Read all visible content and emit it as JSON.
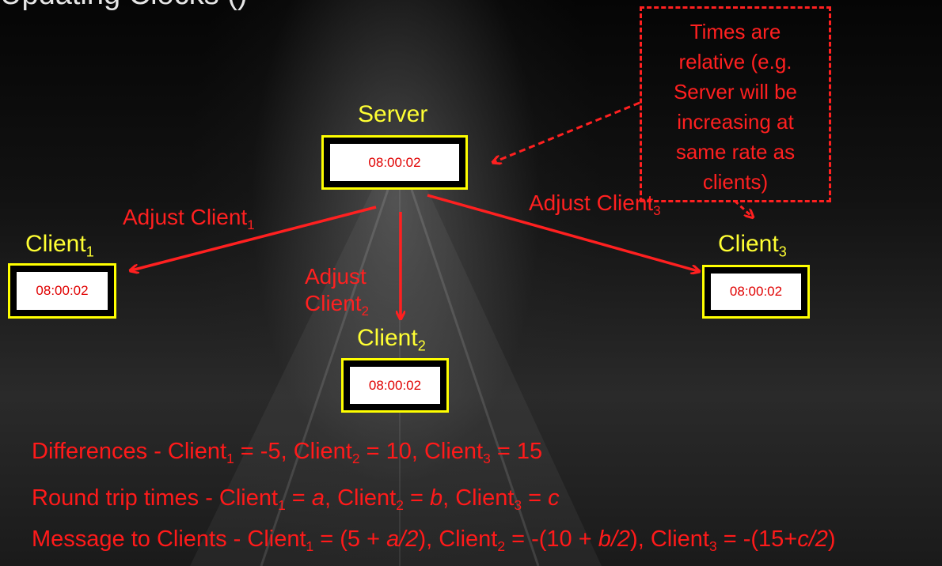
{
  "title_fragment": {
    "part1": "Updating Clocks (",
    "part2": "",
    "part3": ")"
  },
  "server": {
    "label": "Server",
    "time": "08:00:02"
  },
  "clients": [
    {
      "name": "Client",
      "sub": "1",
      "time": "08:00:02"
    },
    {
      "name": "Client",
      "sub": "2",
      "time": "08:00:02"
    },
    {
      "name": "Client",
      "sub": "3",
      "time": "08:00:02"
    }
  ],
  "arrows": {
    "adjust1": {
      "text": "Adjust Client",
      "sub": "1"
    },
    "adjust2": {
      "line1": "Adjust",
      "line2": "Client",
      "sub": "2"
    },
    "adjust3": {
      "text": "Adjust Client",
      "sub": "3"
    }
  },
  "note": {
    "lines": [
      "Times are",
      "relative (e.g.",
      "Server will be",
      "increasing at",
      "same rate as",
      "clients)"
    ]
  },
  "bottom": {
    "differences": {
      "prefix": "Differences - ",
      "c1": "Client",
      "s1": "1",
      "v1": " = -5, ",
      "c2": "Client",
      "s2": "2",
      "v2": " = 10, ",
      "c3": "Client",
      "s3": "3",
      "v3": " = 15"
    },
    "round_trip": {
      "prefix": "Round trip times - ",
      "c1": "Client",
      "s1": "1",
      "v1a": " = ",
      "v1": "a",
      "sep1": ", ",
      "c2": "Client",
      "s2": "2",
      "v2a": " = ",
      "v2": "b",
      "sep2": ", ",
      "c3": "Client",
      "s3": "3",
      "v3a": " = ",
      "v3": "c"
    },
    "message": {
      "prefix": "Message to Clients - ",
      "c1": "Client",
      "s1": "1",
      "m1a": " = (5 + ",
      "m1": "a/2",
      "m1b": "), ",
      "c2": "Client",
      "s2": "2",
      "m2a": " = -(10 + ",
      "m2": "b/2",
      "m2b": "), ",
      "c3": "Client",
      "s3": "3",
      "m3a": " = -(15+",
      "m3": "c/2",
      "m3b": ")"
    }
  },
  "colors": {
    "label": "#ffff33",
    "arrow": "#ff2020",
    "box_border": "#ffff00"
  }
}
